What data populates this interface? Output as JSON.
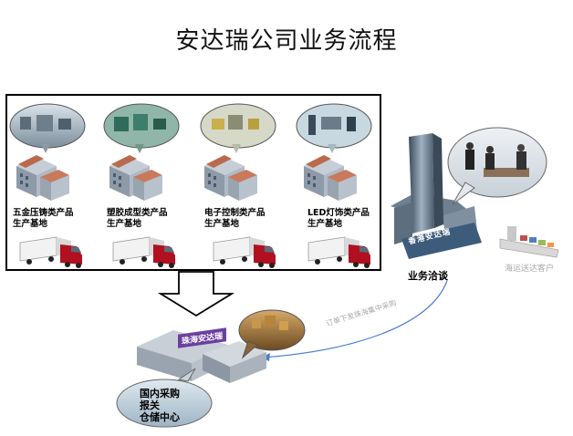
{
  "title": "安达瑞公司业务流程",
  "bases": [
    {
      "line1": "五金压铸类产品",
      "line2": "生产基地"
    },
    {
      "line1": "塑胶成型类产品",
      "line2": "生产基地"
    },
    {
      "line1": "电子控制类产品",
      "line2": "生产基地"
    },
    {
      "line1": "LED灯饰类产品",
      "line2": "生产基地"
    }
  ],
  "hk_office": "香港安达瑞",
  "business_talk": "业务洽谈",
  "sea_shipping": "海运送达客户",
  "order_flow": "订单下发珠海集中采购",
  "hub_sign": "珠海安达瑞",
  "hub_functions": [
    "国内采购",
    "报关",
    "仓储中心"
  ],
  "colors": {
    "truck_red": "#b01020",
    "building_gray": "#aab4c4",
    "roof_brown": "#b96a4c",
    "label_gray": "#a8a8a8"
  }
}
